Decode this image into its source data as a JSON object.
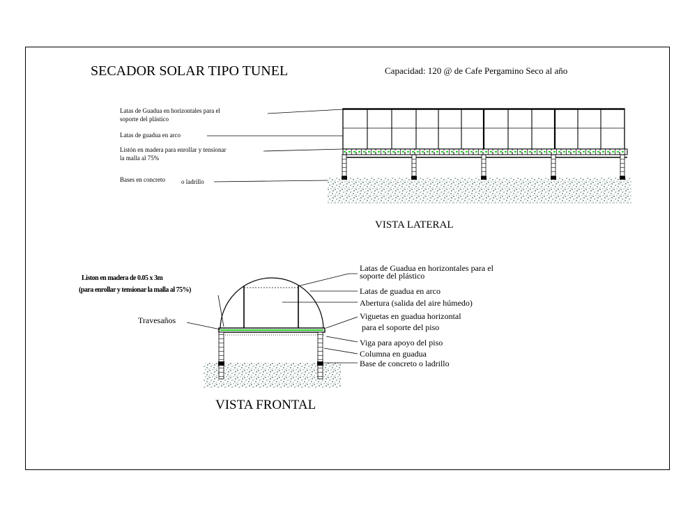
{
  "title": "SECADOR SOLAR TIPO TUNEL",
  "capacity": "Capacidad: 120 @ de Cafe Pergamino Seco al año",
  "lateral": {
    "view_title": "VISTA LATERAL",
    "labels": {
      "horizontales_1": "Latas de Guadua en horizontales para el",
      "horizontales_2": "soporte del plástico",
      "arco": "Latas de guadua en arco",
      "liston_1": "Listón en madera para enrollar y tensionar",
      "liston_2": "la malla al 75%",
      "bases_a": "Bases en concreto",
      "bases_b": "o ladrillo"
    }
  },
  "frontal": {
    "view_title": "VISTA FRONTAL",
    "left_note_1": "Liston en madera de 0.05 x 3m",
    "left_note_2": "(para enrollar y tensionar la malla al 75%)",
    "travesanos": "Travesaños",
    "labels": {
      "horizontales_1": "Latas de Guadua en horizontales para el",
      "horizontales_2": "soporte del plástico",
      "arco": "Latas de guadua en arco",
      "abertura": "Abertura (salida del aire húmedo)",
      "viguetas_1": "Viguetas en guadua horizontal",
      "viguetas_2": "para el soporte del piso",
      "viga": "Viga  para apoyo del piso",
      "columna": "Columna en guadua",
      "base": "Base de concreto o ladrillo"
    }
  },
  "colors": {
    "ink": "#000000",
    "mesh": "#22cc22",
    "ground": "#6a8a86"
  }
}
